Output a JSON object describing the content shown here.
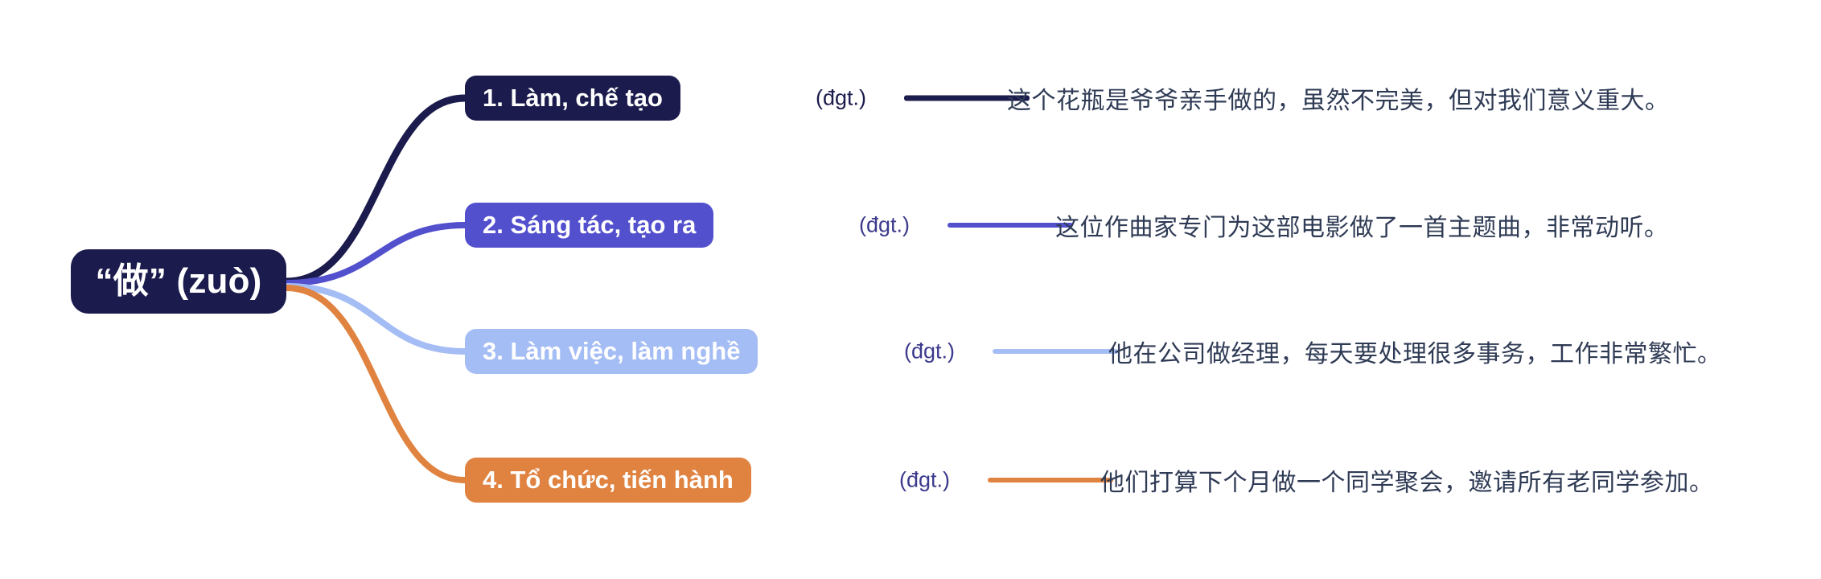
{
  "diagram": {
    "type": "mind-map",
    "title": "“做” (zuò)",
    "background_color": "#ffffff",
    "root": {
      "label": "“做” (zuò)",
      "color": "#1b1b4d",
      "text_color": "#ffffff"
    },
    "branches": [
      {
        "number": "1",
        "node_label": "1. Làm, chế tạo",
        "pos_tag": "(đgt.)",
        "example": "这个花瓶是爷爷亲手做的，虽然不完美，但对我们意义重大。",
        "color": "#1b1b4d",
        "text_color": "#ffffff",
        "tag_color": "#1b1b4d"
      },
      {
        "number": "2",
        "node_label": "2. Sáng tác, tạo ra",
        "pos_tag": "(đgt.)",
        "example": "这位作曲家专门为这部电影做了一首主题曲，非常动听。",
        "color": "#5350ce",
        "text_color": "#ffffff",
        "tag_color": "#3c3a8c"
      },
      {
        "number": "3",
        "node_label": "3. Làm việc, làm nghề",
        "pos_tag": "(đgt.)",
        "example": "他在公司做经理，每天要处理很多事务，工作非常繁忙。",
        "color": "#a5bdf5",
        "text_color": "#ffffff",
        "tag_color": "#3c3a8c"
      },
      {
        "number": "4",
        "node_label": "4. Tổ chức, tiến hành",
        "pos_tag": "(đgt.)",
        "example": "他们打算下个月做一个同学聚会，邀请所有老同学参加。",
        "color": "#e08340",
        "text_color": "#ffffff",
        "tag_color": "#3c3a8c"
      }
    ],
    "sentence_text_color": "#2f3b55"
  }
}
